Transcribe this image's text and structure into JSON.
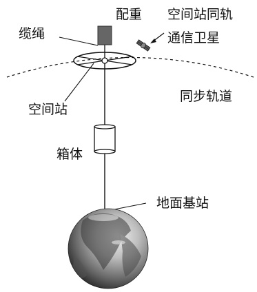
{
  "labels": {
    "counterweight": "配重",
    "satellite_line1": "空间站同轨",
    "satellite_line2": "通信卫星",
    "cable": "缆绳",
    "space_station": "空间站",
    "geo_orbit": "同步轨道",
    "capsule": "箱体",
    "ground_station": "地面基站"
  },
  "colors": {
    "counterweight_fill": "#666666",
    "line": "#111111",
    "earth_dark": "#2a2a2a",
    "earth_light": "#d9d9d9"
  }
}
